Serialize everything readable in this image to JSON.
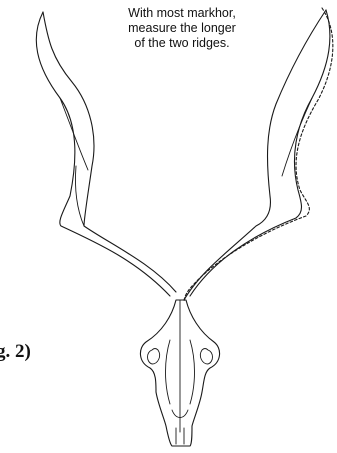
{
  "annotation": {
    "lines": [
      "With most markhor,",
      "measure the longer",
      "of the two ridges."
    ]
  },
  "figure_label": "g. 2)",
  "line_color": "#1a1a1a",
  "background_color": "#ffffff"
}
